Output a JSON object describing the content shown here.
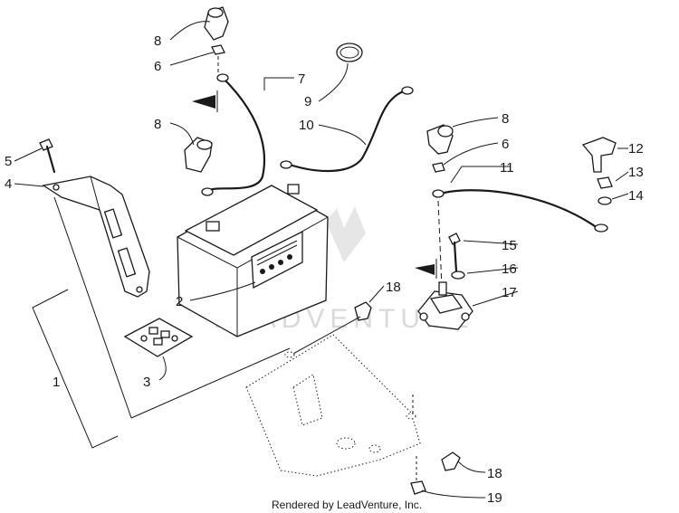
{
  "callouts": {
    "c1": "1",
    "c2": "2",
    "c3": "3",
    "c4": "4",
    "c5": "5",
    "c6a": "6",
    "c6b": "6",
    "c7": "7",
    "c8a": "8",
    "c8b": "8",
    "c8c": "8",
    "c9": "9",
    "c10": "10",
    "c11": "11",
    "c12": "12",
    "c13": "13",
    "c14": "14",
    "c15": "15",
    "c16": "16",
    "c17": "17",
    "c18a": "18",
    "c18b": "18",
    "c19": "19"
  },
  "watermark": "LEADVENTURE",
  "footer": "Rendered by LeadVenture, Inc."
}
